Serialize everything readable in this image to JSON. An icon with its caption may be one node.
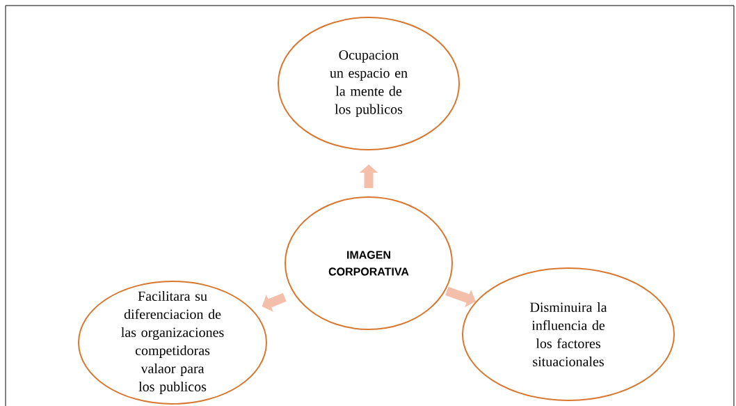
{
  "diagram": {
    "nodes": [
      {
        "text": [
          "Ocupacion un espacio en la mente de los publicos"
        ]
      },
      {
        "text": [
          "IMAGEN CORPORATIVA"
        ]
      },
      {
        "text": [
          "Facilitara su diferenciacion de las organizaciones competidoras valaor para los publicos"
        ]
      },
      {
        "text": [
          "Disminuira la influencia de los factores situacionales"
        ]
      }
    ],
    "edges": [
      {
        "from": 1,
        "to": 0,
        "arrow": "to"
      },
      {
        "from": 1,
        "to": 2,
        "arrow": "to"
      },
      {
        "from": 1,
        "to": 3,
        "arrow": "to"
      }
    ]
  }
}
